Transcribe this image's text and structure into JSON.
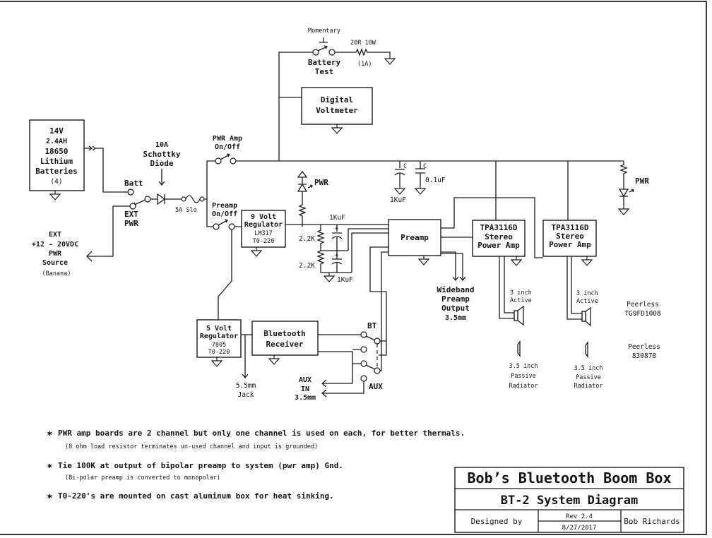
{
  "diagram": {
    "battery": {
      "lines": [
        "14V",
        "2.4AH",
        "18650",
        "Lithium",
        "Batteries",
        "(4)"
      ]
    },
    "batt_label": "Batt",
    "ext_pwr_label": [
      "EXT",
      "PWR"
    ],
    "ext_source": {
      "lines": [
        "EXT",
        "+12 - 20VDC",
        "PWR",
        "Source"
      ],
      "sub": "(Banana)"
    },
    "diode": {
      "lines": [
        "10A",
        "Schottky",
        "Diode"
      ]
    },
    "fuse_label": "5A Slo",
    "pwr_amp_switch": [
      "PWR Amp",
      "On/Off"
    ],
    "preamp_switch": [
      "Preamp",
      "On/Off"
    ],
    "momentary_label": "Momentary",
    "battery_test": [
      "Battery",
      "Test"
    ],
    "test_resistor": {
      "value": "20R 10W",
      "current": "(1A)"
    },
    "voltmeter": [
      "Digital",
      "Voltmeter"
    ],
    "bulk_caps": {
      "cap1_tag": "C",
      "cap1_value": "1KuF",
      "cap2_tag": "C",
      "cap2_value": "0.1uF"
    },
    "pwr_led_left": "PWR",
    "pwr_led_right": "PWR",
    "reg9": {
      "lines": [
        "9 Volt",
        "Regulator"
      ],
      "sub": [
        "LM317",
        "T0-220"
      ]
    },
    "divider": {
      "r1": "2.2K",
      "r2": "2.2K",
      "c1": "1KuF",
      "c2": "1KuF",
      "plus": "+"
    },
    "preamp": "Preamp",
    "wideband": [
      "Wideband",
      "Preamp",
      "Output",
      "3.5mm"
    ],
    "amp1": [
      "TPA3116D",
      "Stereo",
      "Power Amp"
    ],
    "amp2": [
      "TPA3116D",
      "Stereo",
      "Power Amp"
    ],
    "spk1": [
      "3 inch",
      "Active"
    ],
    "spk2": [
      "3 inch",
      "Active"
    ],
    "rad1": [
      "3.5 inch",
      "Passive",
      "Radiator"
    ],
    "rad2": [
      "3.5 inch",
      "Passive",
      "Radiator"
    ],
    "peerless1": [
      "Peerless",
      "TG9FD1008"
    ],
    "peerless2": [
      "Peerless",
      "830878"
    ],
    "reg5": {
      "lines": [
        "5 Volt",
        "Regulator"
      ],
      "sub": [
        "7805",
        "T0-220"
      ]
    },
    "bt_receiver": [
      "Bluetooth",
      "Receiver"
    ],
    "jack55": [
      "5.5mm",
      "Jack"
    ],
    "aux_in": [
      "AUX",
      "IN",
      "3.5mm"
    ],
    "selector": {
      "bt": "BT",
      "aux": "AUX"
    }
  },
  "notes": [
    {
      "bullet": "✱",
      "text": "PWR amp boards are 2 channel but only one channel is used on each, for better thermals.",
      "sub": "(8 ohm load resistor terminates un-used channel and input is grounded)"
    },
    {
      "bullet": "✱",
      "text": "Tie 100K at output of bipolar preamp to system (pwr amp) Gnd.",
      "sub": "(Bi-polar preamp is converted to monopolar)"
    },
    {
      "bullet": "✱",
      "text": "T0-220's are mounted on cast aluminum box for heat sinking.",
      "sub": ""
    }
  ],
  "title_block": {
    "project": "Bob’s Bluetooth Boom Box",
    "drawing": "BT-2 System Diagram",
    "designed_by_label": "Designed by",
    "revision": "Rev 2.4",
    "date": "8/27/2017",
    "designer": "Bob Richards"
  }
}
